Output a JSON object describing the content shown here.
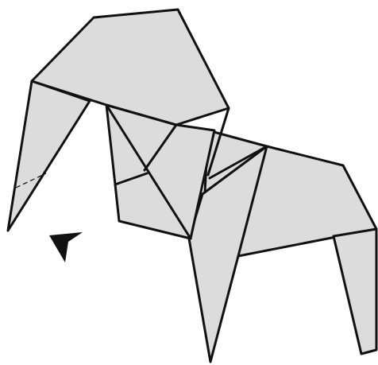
{
  "diagram": {
    "subject": "origami-elephant",
    "colors": {
      "paper": "#dcdcdc",
      "line": "#111111",
      "background": "#ffffff",
      "arrow": "#111111"
    },
    "symbols": [
      "valley-fold-dashed-line",
      "push-arrow"
    ]
  }
}
